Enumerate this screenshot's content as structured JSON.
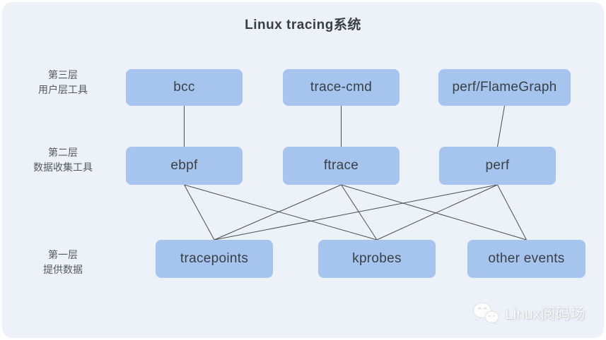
{
  "title": "Linux tracing系统",
  "layers": [
    {
      "line1": "第三层",
      "line2": "用户层工具"
    },
    {
      "line1": "第二层",
      "line2": "数据收集工具"
    },
    {
      "line1": "第一层",
      "line2": "提供数据"
    }
  ],
  "nodes": [
    {
      "id": "bcc",
      "label": "bcc"
    },
    {
      "id": "trace-cmd",
      "label": "trace-cmd"
    },
    {
      "id": "perf-flamegraph",
      "label": "perf/FlameGraph"
    },
    {
      "id": "ebpf",
      "label": "ebpf"
    },
    {
      "id": "ftrace",
      "label": "ftrace"
    },
    {
      "id": "perf",
      "label": "perf"
    },
    {
      "id": "tracepoints",
      "label": "tracepoints"
    },
    {
      "id": "kprobes",
      "label": "kprobes"
    },
    {
      "id": "other-events",
      "label": "other events"
    }
  ],
  "edges": [
    [
      "bcc",
      "ebpf"
    ],
    [
      "trace-cmd",
      "ftrace"
    ],
    [
      "perf-flamegraph",
      "perf"
    ],
    [
      "ebpf",
      "tracepoints"
    ],
    [
      "ebpf",
      "kprobes"
    ],
    [
      "ftrace",
      "tracepoints"
    ],
    [
      "ftrace",
      "kprobes"
    ],
    [
      "ftrace",
      "other-events"
    ],
    [
      "perf",
      "tracepoints"
    ],
    [
      "perf",
      "kprobes"
    ],
    [
      "perf",
      "other-events"
    ]
  ],
  "watermark": {
    "text": "Linux阅码场"
  },
  "colors": {
    "canvas_bg": "#edf1f8",
    "node_fill": "#a6c5ee",
    "node_text": "#3a3f45",
    "line": "#4a4d52",
    "label_text": "#545a62",
    "title_text": "#3a3d42"
  }
}
